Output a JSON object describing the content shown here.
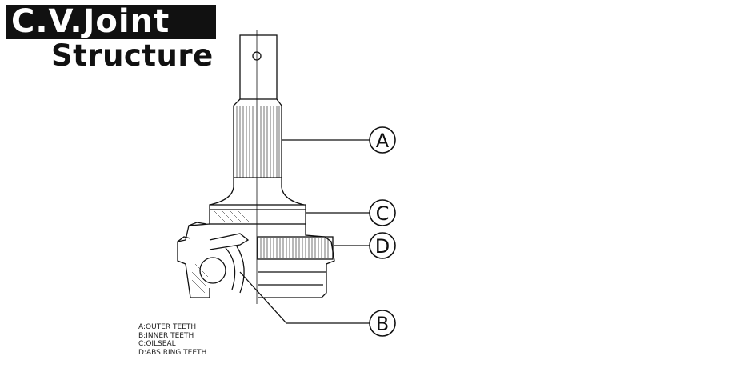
{
  "title": {
    "line1": "C.V.Joint",
    "line2": "Structure"
  },
  "callouts": [
    {
      "letter": "A"
    },
    {
      "letter": "C"
    },
    {
      "letter": "D"
    },
    {
      "letter": "B"
    }
  ],
  "legend": [
    "A:OUTER TEETH",
    "B:INNER TEETH",
    "C:OILSEAL",
    "D:ABS RING TEETH"
  ]
}
